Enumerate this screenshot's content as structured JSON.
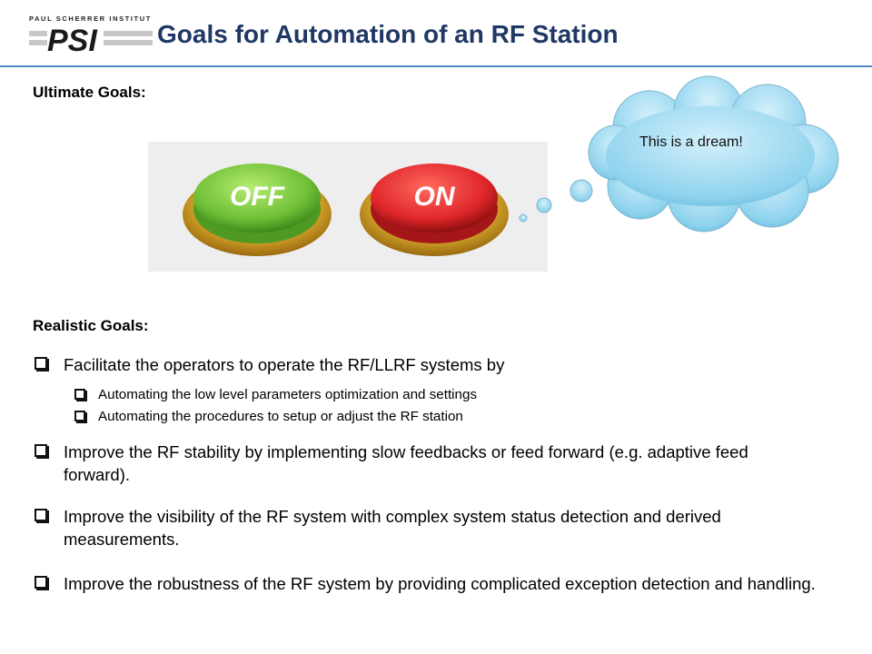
{
  "header": {
    "logo_caption": "PAUL SCHERRER INSTITUT",
    "logo_wordmark": "PSI",
    "title": "Goals for Automation of an RF Station"
  },
  "ultimate": {
    "heading": "Ultimate Goals:",
    "image": {
      "off_label": "OFF",
      "on_label": "ON"
    },
    "cloud_text": "This is a dream!"
  },
  "realistic": {
    "heading": "Realistic Goals:",
    "items": [
      {
        "text": "Facilitate the operators to operate the RF/LLRF systems by"
      },
      {
        "text": "Automating the low level parameters optimization and settings"
      },
      {
        "text": "Automating the procedures to setup or adjust the RF station"
      },
      {
        "text": "Improve the RF stability by implementing slow feedbacks or feed forward (e.g. adaptive feed forward)."
      },
      {
        "text": "Improve the visibility of the RF system with complex system status detection and derived measurements."
      },
      {
        "text": "Improve the robustness of the RF system by providing complicated exception detection and handling."
      }
    ]
  },
  "colors": {
    "title": "#1f3864",
    "rule": "#4e88c7",
    "off_button": "#7cc642",
    "on_button": "#e0262a",
    "cloud_fill": "#8fd3ee"
  }
}
